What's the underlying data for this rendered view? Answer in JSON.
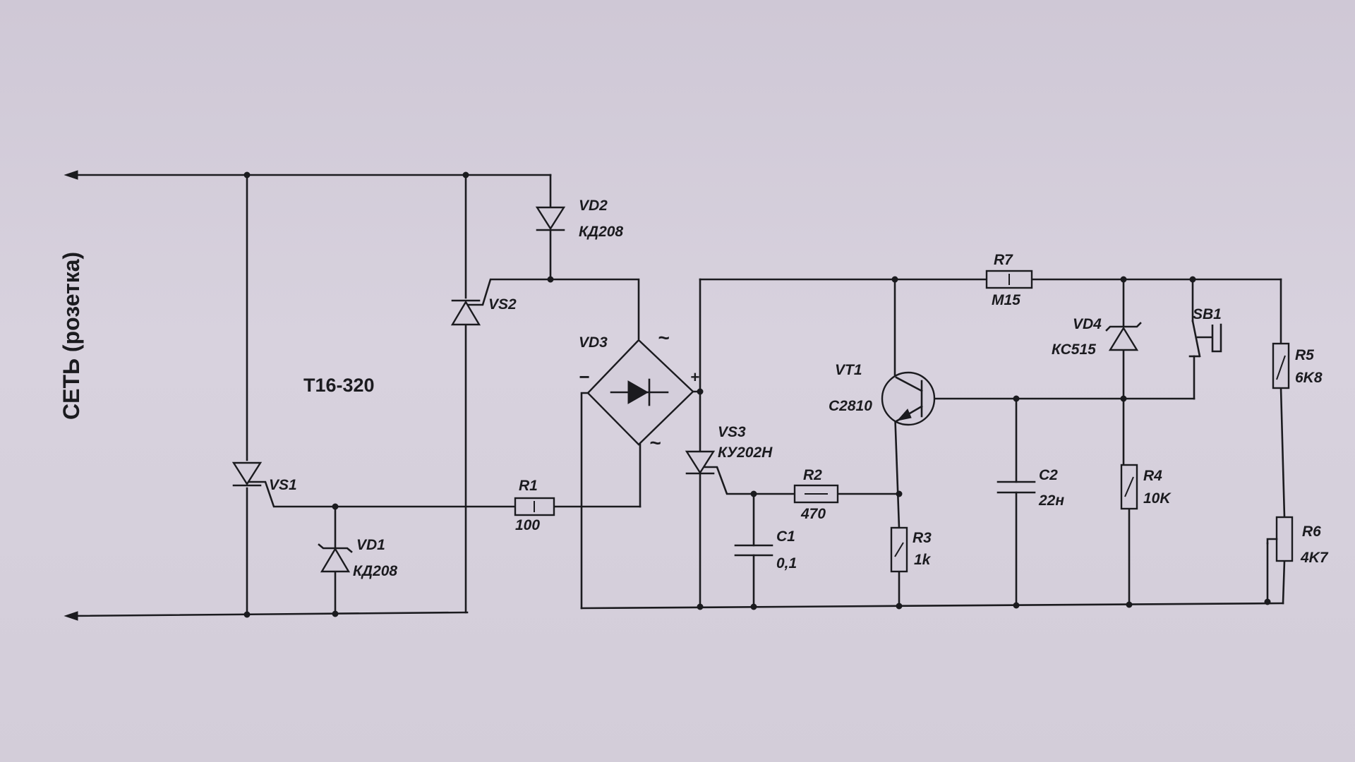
{
  "mains_label": "СЕТЬ (розетка)",
  "heater_label": "T16-320",
  "components": {
    "vs1": {
      "ref": "VS1"
    },
    "vs2": {
      "ref": "VS2"
    },
    "vs3": {
      "ref": "VS3",
      "value": "КУ202Н"
    },
    "vd1": {
      "ref": "VD1",
      "value": "КД208"
    },
    "vd2": {
      "ref": "VD2",
      "value": "КД208"
    },
    "vd3": {
      "ref": "VD3"
    },
    "vd4": {
      "ref": "VD4",
      "value": "КС515"
    },
    "r1": {
      "ref": "R1",
      "value": "100"
    },
    "r2": {
      "ref": "R2",
      "value": "470"
    },
    "r3": {
      "ref": "R3",
      "value": "1k"
    },
    "r4": {
      "ref": "R4",
      "value": "10K"
    },
    "r5": {
      "ref": "R5",
      "value": "6K8"
    },
    "r6": {
      "ref": "R6",
      "value": "4K7"
    },
    "r7": {
      "ref": "R7",
      "value": "M15"
    },
    "c1": {
      "ref": "C1",
      "value": "0,1"
    },
    "c2": {
      "ref": "C2",
      "value": "22н"
    },
    "vt1": {
      "ref": "VT1",
      "value": "C2810"
    },
    "sb1": {
      "ref": "SB1"
    }
  },
  "bridge_marks": {
    "ac_top": "~",
    "ac_bottom": "~",
    "minus": "−",
    "plus": "+"
  },
  "colors": {
    "ink": "#1b1b1f",
    "paper": "#d4cedb"
  }
}
